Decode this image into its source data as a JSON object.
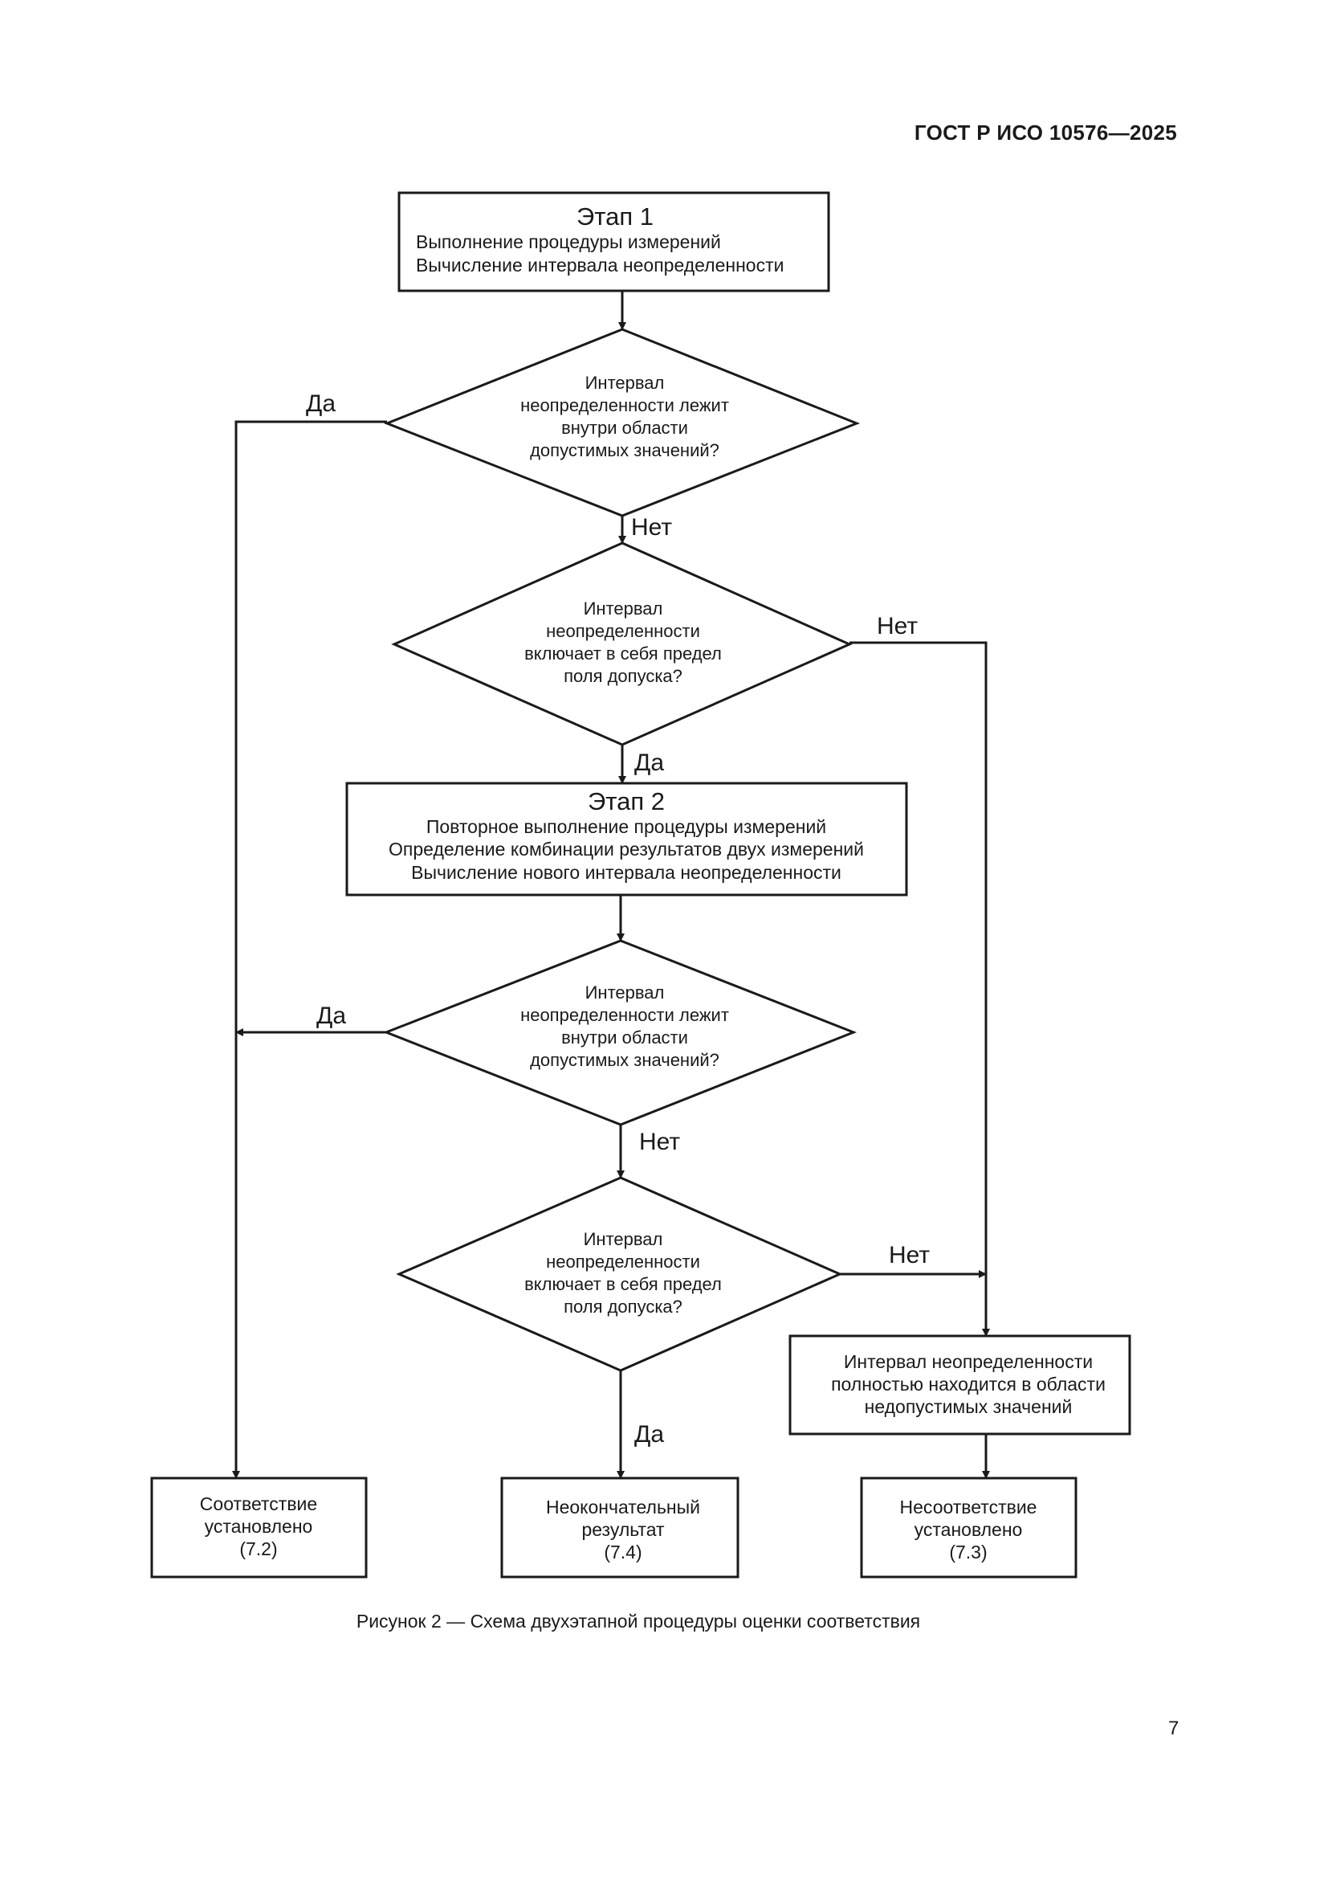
{
  "header": {
    "doc_code": "ГОСТ Р ИСО 10576—2025"
  },
  "stage1": {
    "title": "Этап 1",
    "lines": [
      "Выполнение процедуры измерений",
      "Вычисление интервала неопределенности"
    ]
  },
  "decision1": {
    "lines": [
      "Интервал",
      "неопределенности лежит",
      "внутри области",
      "допустимых значений?"
    ],
    "yes_label": "Да",
    "no_label": "Нет"
  },
  "decision2": {
    "lines": [
      "Интервал",
      "неопределенности",
      "включает в себя предел",
      "поля допуска?"
    ],
    "yes_label": "Да",
    "no_label": "Нет"
  },
  "stage2": {
    "title": "Этап 2",
    "lines": [
      "Повторное выполнение процедуры измерений",
      "Определение комбинации результатов двух измерений",
      "Вычисление нового интервала неопределенности"
    ]
  },
  "decision3": {
    "lines": [
      "Интервал",
      "неопределенности лежит",
      "внутри области",
      "допустимых значений?"
    ],
    "yes_label": "Да",
    "no_label": "Нет"
  },
  "decision4": {
    "lines": [
      "Интервал",
      "неопределенности",
      "включает в себя предел",
      "поля допуска?"
    ],
    "yes_label": "Да",
    "no_label": "Нет"
  },
  "nonconformity_box": {
    "lines": [
      "Интервал неопределенности",
      "полностью находится в области",
      "недопустимых значений"
    ]
  },
  "results": {
    "conformity": [
      "Соответствие",
      "установлено",
      "(7.2)"
    ],
    "inconclusive": [
      "Неокончательный",
      "результат",
      "(7.4)"
    ],
    "nonconformity": [
      "Несоответствие",
      "установлено",
      "(7.3)"
    ]
  },
  "caption": "Рисунок 2 — Схема двухэтапной процедуры оценки соответствия",
  "page_number": "7"
}
